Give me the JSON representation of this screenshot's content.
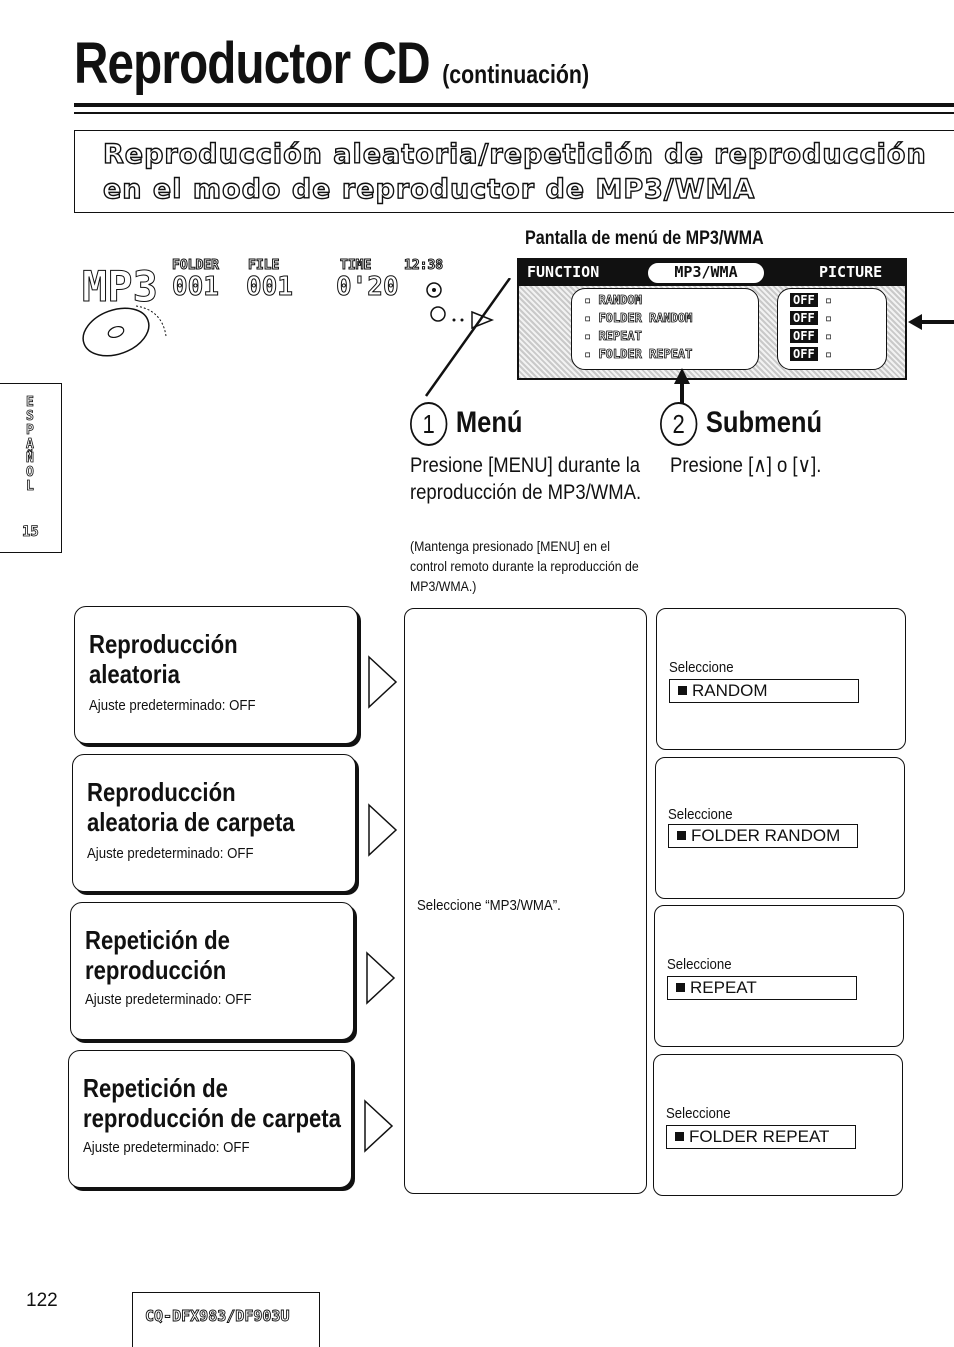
{
  "header": {
    "title": "Reproductor CD",
    "subtitle": "(continuación)"
  },
  "section": {
    "title_line1": "Reproducción aleatoria/repetición de reproducción",
    "title_line2": "en el modo de reproductor de MP3/WMA"
  },
  "menu_caption": "Pantalla de menú de MP3/WMA",
  "display": {
    "logo": "MP3",
    "folder_label": "FOLDER",
    "file_label": "FILE",
    "folder_value": "001",
    "file_value": "001",
    "time_label": "TIME",
    "time_value": "0'20",
    "clock": "12:38"
  },
  "menu_screen": {
    "tabs": [
      "FUNCTION",
      "MP3/WMA",
      "PICTURE"
    ],
    "items": [
      "RANDOM",
      "FOLDER RANDOM",
      "REPEAT",
      "FOLDER REPEAT"
    ],
    "options": [
      "OFF",
      "OFF",
      "OFF",
      "OFF"
    ]
  },
  "steps": {
    "menu": {
      "number": "1",
      "title": "Menú",
      "text": "Presione [MENU] durante la reproducción de MP3/WMA.",
      "note": "(Mantenga presionado [MENU] en el control remoto durante la reproducción de MP3/WMA.)"
    },
    "submenu": {
      "number": "2",
      "title": "Submenú",
      "text": "Presione [∧] o [∨]."
    }
  },
  "side_tab": {
    "letters": "ESPAÑOL",
    "number": "15"
  },
  "features": [
    {
      "title_line1": "Reproducción",
      "title_line2": "aleatoria",
      "default": "Ajuste predeterminado: OFF",
      "select_label": "Seleccione",
      "select_value": "RANDOM"
    },
    {
      "title_line1": "Reproducción",
      "title_line2": "aleatoria de carpeta",
      "default": "Ajuste predeterminado: OFF",
      "select_label": "Seleccione",
      "select_value": "FOLDER RANDOM"
    },
    {
      "title_line1": "Repetición de",
      "title_line2": "reproducción",
      "default": "Ajuste predeterminado: OFF",
      "select_label": "Seleccione",
      "select_value": "REPEAT"
    },
    {
      "title_line1": "Repetición de",
      "title_line2": "reproducción de carpeta",
      "default": "Ajuste predeterminado: OFF",
      "select_label": "Seleccione",
      "select_value": "FOLDER REPEAT"
    }
  ],
  "mid_panel_text": "Seleccione “MP3/WMA”.",
  "footer": {
    "page_number": "122",
    "model": "CQ-DFX983/DF903U"
  }
}
